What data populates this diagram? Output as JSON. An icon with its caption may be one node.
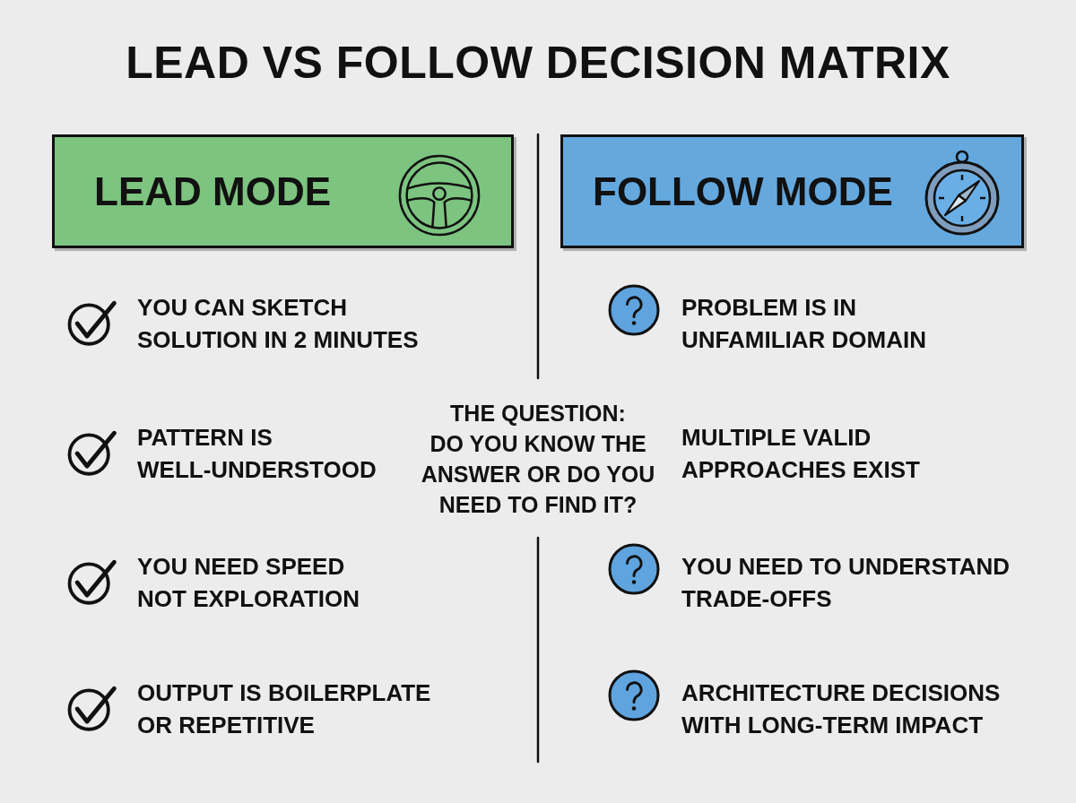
{
  "diagram": {
    "title": "LEAD VS FOLLOW DECISION MATRIX",
    "nodes": [
      {
        "text": [
          "LEAD MODE"
        ]
      },
      {
        "text": [
          "FOLLOW MODE"
        ]
      }
    ],
    "labels": [
      "YOU CAN SKETCH SOLUTION IN 2 MINUTES",
      "PROBLEM IS IN UNFAMILIAR DOMAIN",
      "PATTERN IS WELL-UNDERSTOOD",
      "THE QUESTION:",
      "DO YOU KNOW THE ANSWER OR DO YOU NEED TO FIND IT?",
      "MULTIPLE VALID APPROACHES EXIST",
      "YOU NEED SPEED NOT EXPLORATION",
      "YOU NEED TO UNDERSTAND TRADE-OFFS",
      "OUTPUT IS BOILERPLATE OR REPETITIVE",
      "ARCHITECTURE DECISIONS WITH LONG-TERM IMPACT"
    ]
  }
}
